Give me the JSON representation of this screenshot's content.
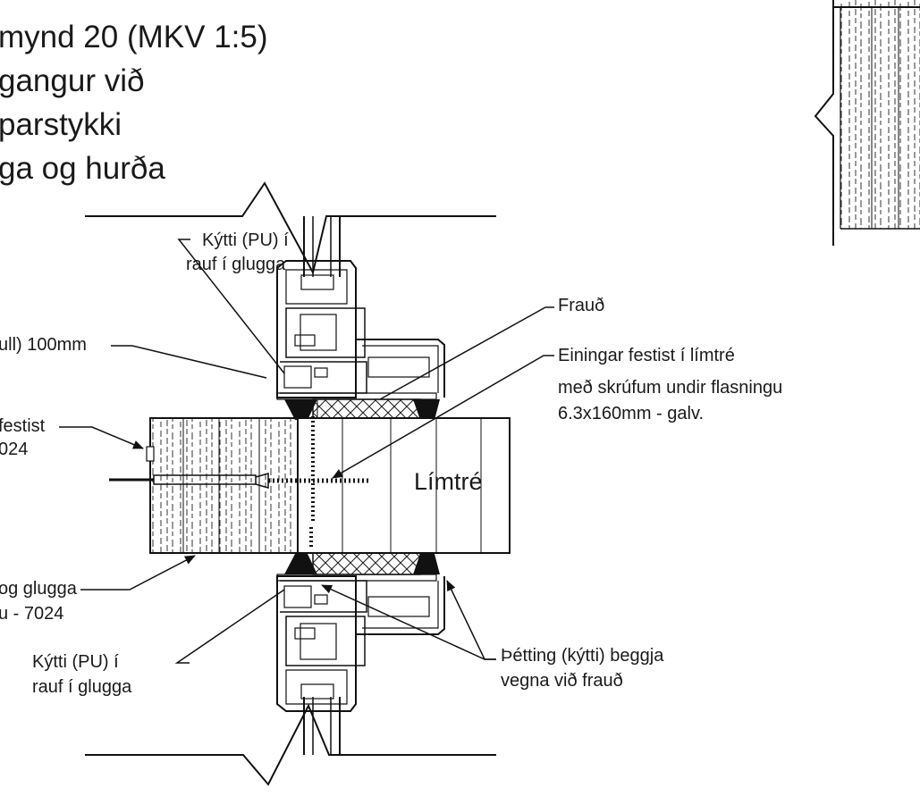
{
  "title": {
    "lines": [
      "mynd 20 (MKV 1:5)",
      "gangur við",
      "parstykki",
      "ga og hurða"
    ]
  },
  "labels": {
    "kytti_top_1": "Kýtti (PU) í",
    "kytti_top_2": "rauf í glugga",
    "ull_100": "ull) 100mm",
    "festist": "festist",
    "c7024": "024",
    "og_glugga": "og glugga",
    "u7024": "u - 7024",
    "kytti_bot_1": "Kýtti (PU) í",
    "kytti_bot_2": "rauf í glugga",
    "fraud": "Frauð",
    "einingar_1": "Einingar festist í límtré",
    "einingar_2": "með skrúfum undir flasningu",
    "einingar_3": "6.3x160mm - galv.",
    "limtre": "Límtré",
    "petting_1": "Þétting (kýtti) beggja",
    "petting_2": "vegna við frauð"
  }
}
